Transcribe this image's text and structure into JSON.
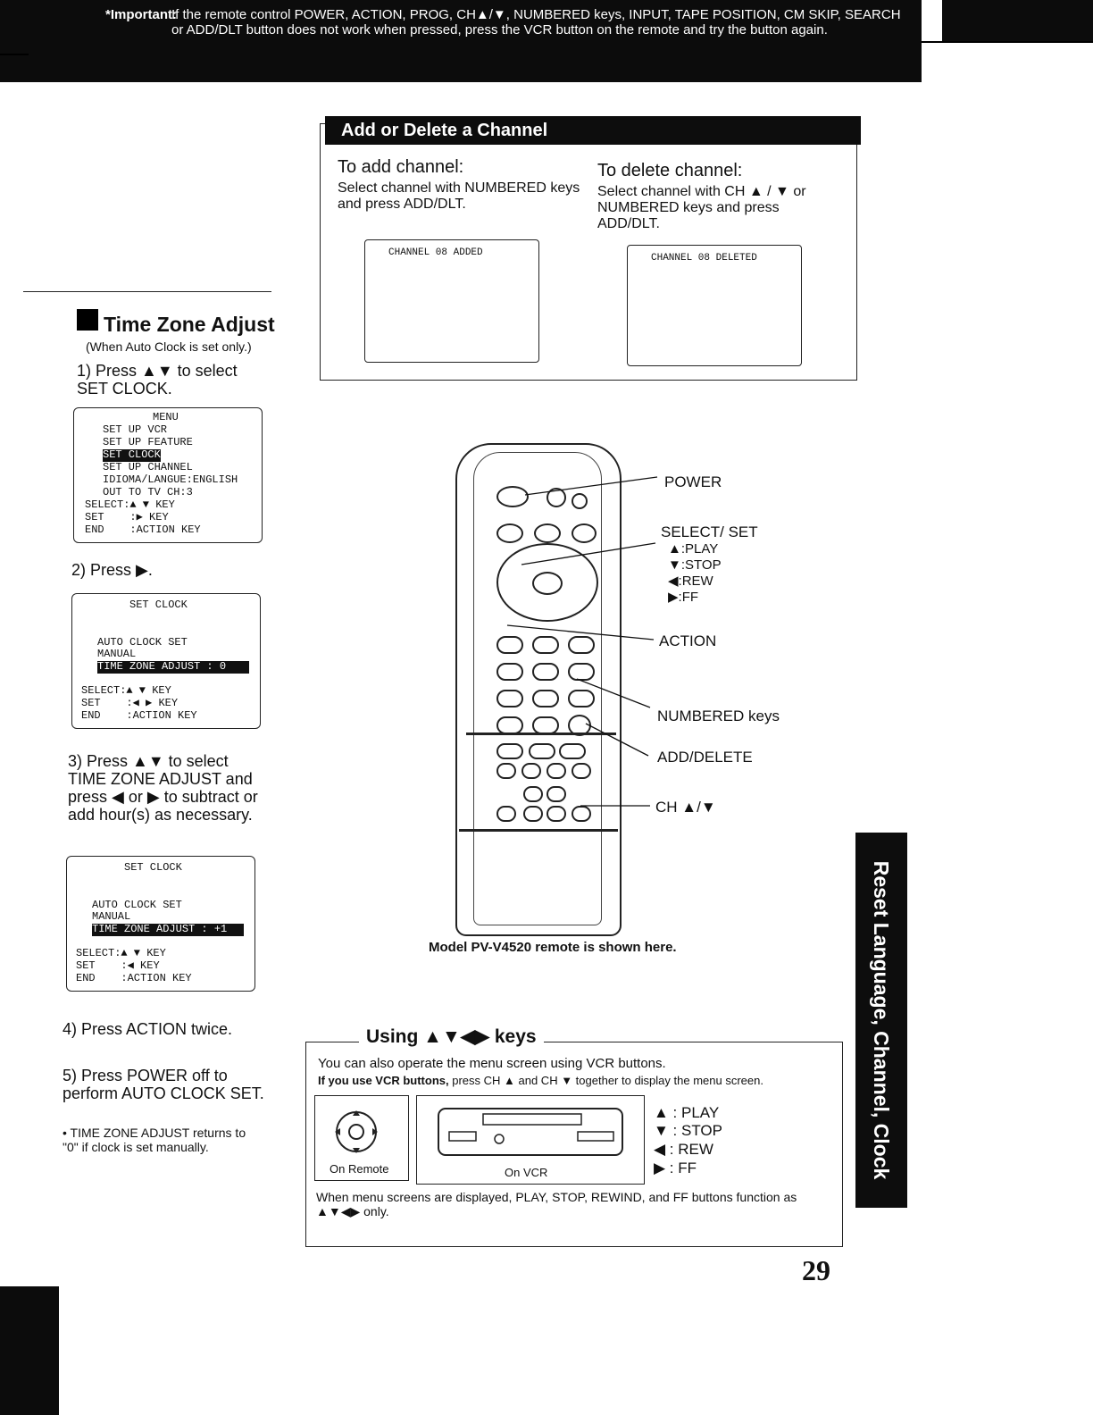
{
  "banner": {
    "label": "*Important:",
    "text": "If the remote control POWER, ACTION, PROG, CH▲/▼, NUMBERED keys, INPUT, TAPE POSITION, CM SKIP, SEARCH or ADD/DLT button does not work when pressed, press the VCR button on the remote and try the button again."
  },
  "add_delete": {
    "title": "Add or Delete a Channel",
    "add_title": "To add channel:",
    "add_text": "Select channel with NUMBERED keys and press ADD/DLT.",
    "add_screen": "CHANNEL 08 ADDED",
    "delete_title": "To delete channel:",
    "delete_text": "Select channel with CH ▲ / ▼ or NUMBERED keys and press ADD/DLT.",
    "delete_screen": "CHANNEL 08 DELETED"
  },
  "time_zone": {
    "title": "Time Zone Adjust",
    "note": "(When Auto Clock is set only.)",
    "step1": "1) Press ▲▼ to select SET CLOCK.",
    "menu1": [
      "MENU",
      "SET UP VCR",
      "SET UP FEATURE",
      "SET CLOCK",
      "SET UP CHANNEL",
      "IDIOMA/LANGUE:ENGLISH",
      "OUT TO TV CH:3",
      "SELECT:▲ ▼ KEY",
      "SET    :▶ KEY",
      "END    :ACTION KEY"
    ],
    "step2": "2) Press ▶.",
    "menu2": [
      "SET CLOCK",
      "AUTO CLOCK SET",
      "MANUAL",
      "TIME ZONE ADJUST : 0",
      "SELECT:▲ ▼ KEY",
      "SET    :◀ ▶ KEY",
      "END    :ACTION KEY"
    ],
    "step3": "3) Press ▲▼ to select TIME ZONE ADJUST and press ◀ or ▶ to subtract or add hour(s) as necessary.",
    "menu3": [
      "SET CLOCK",
      "AUTO CLOCK SET",
      "MANUAL",
      "TIME ZONE ADJUST : +1",
      "SELECT:▲ ▼ KEY",
      "SET    :◀ KEY",
      "END    :ACTION KEY"
    ],
    "step4": "4) Press ACTION twice.",
    "step5": "5) Press POWER off to perform AUTO CLOCK SET.",
    "bullet": "• TIME ZONE ADJUST returns to \"0\" if clock is set manually."
  },
  "remote": {
    "labels": {
      "power": "POWER",
      "select_set": "SELECT/ SET",
      "play": "▲:PLAY",
      "stop": "▼:STOP",
      "rew": "◀:REW",
      "ff": "▶:FF",
      "action": "ACTION",
      "numbered": "NUMBERED keys",
      "add_delete": "ADD/DELETE",
      "ch": "CH ▲/▼"
    },
    "caption": "Model PV-V4520 remote is shown here."
  },
  "using_keys": {
    "title": "Using ▲▼◀▶ keys",
    "line1": "You can also operate the menu screen using VCR buttons.",
    "line2_bold": "If you use VCR buttons,",
    "line2_rest": " press CH ▲ and CH ▼ together to display the menu screen.",
    "on_remote": "On Remote",
    "on_vcr": "On VCR",
    "play": "▲ : PLAY",
    "stop": "▼ : STOP",
    "rew": "◀ : REW",
    "ff": "▶ : FF",
    "footer": "When menu screens are displayed, PLAY, STOP, REWIND, and FF buttons function as ▲▼◀▶ only."
  },
  "side_tab": "Reset Language, Channel, Clock",
  "page_number": "29"
}
